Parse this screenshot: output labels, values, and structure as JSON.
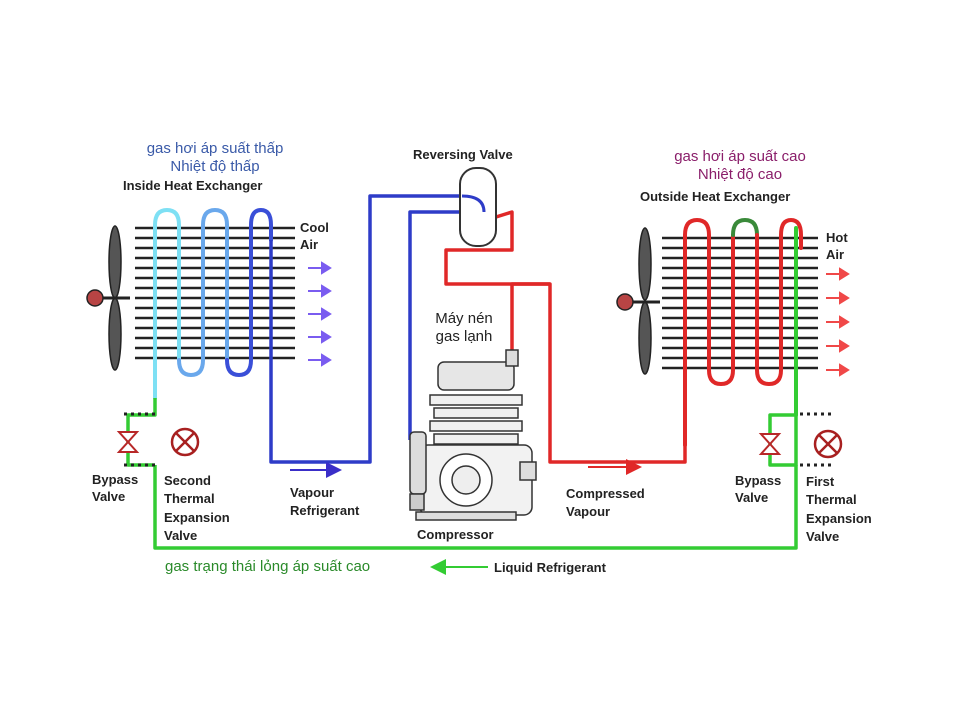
{
  "labels": {
    "reversing_valve": "Reversing Valve",
    "inside_heat_exchanger": "Inside Heat Exchanger",
    "outside_heat_exchanger": "Outside Heat Exchanger",
    "cool_air": "Cool\nAir",
    "hot_air": "Hot\nAir",
    "bypass_valve_left": "Bypass\nValve",
    "bypass_valve_right": "Bypass\nValve",
    "second_thermal_expansion_valve": "Second\nThermal\nExpansion\nValve",
    "first_thermal_expansion_valve": "First\nThermal\nExpansion\nValve",
    "vapour_refrigerant": "Vapour\nRefrigerant",
    "compressed_vapour": "Compressed\nVapour",
    "compressor": "Compressor",
    "liquid_refrigerant": "Liquid Refrigerant"
  },
  "annotations_vi": {
    "low_pressure_gas": "gas hơi áp suất thấp\nNhiệt độ thấp",
    "high_pressure_gas": "gas hơi áp suất cao\nNhiệt độ cao",
    "compressor_vi": "Máy nén\ngas lạnh",
    "liquid_high_pressure": "gas trạng thái lỏng áp suất cao"
  },
  "colors": {
    "low_pressure_line": "#2e3cc8",
    "high_pressure_line": "#e02828",
    "liquid_line": "#33cc33",
    "cold_coil": "#66d6f0",
    "fins": "#222222",
    "fan": "#444444",
    "arrow_cool": "#7a5cf0",
    "arrow_hot": "#f04848",
    "arrow_liquid": "#33cc33",
    "valve_red": "#c82828"
  }
}
